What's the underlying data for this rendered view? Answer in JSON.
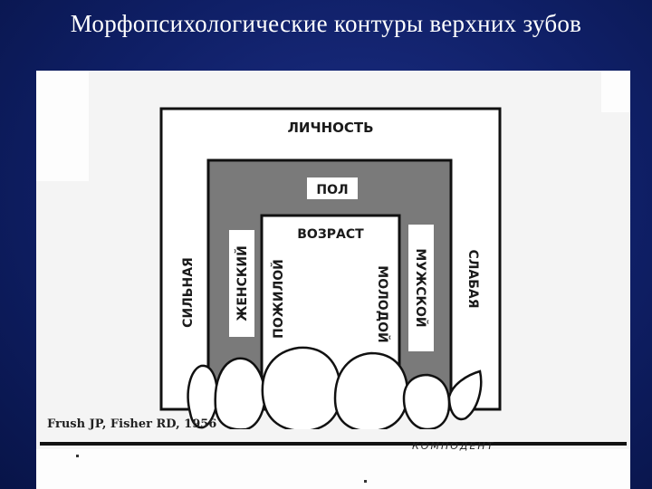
{
  "slide": {
    "title": "Морфопсихологические контуры верхних зубов"
  },
  "figure": {
    "labels": {
      "personality": "ЛИЧНОСТЬ",
      "sex": "ПОЛ",
      "age": "ВОЗРАСТ",
      "strong": "СИЛЬНАЯ",
      "weak": "СЛАБАЯ",
      "female": "ЖЕНСКИЙ",
      "male": "МУЖСКОЙ",
      "elderly": "ПОЖИЛОЙ",
      "young": "МОЛОДОЙ"
    },
    "credit": "Frush JP, Fisher RD, 1956",
    "brand": "КОМПОДЕНТ"
  }
}
